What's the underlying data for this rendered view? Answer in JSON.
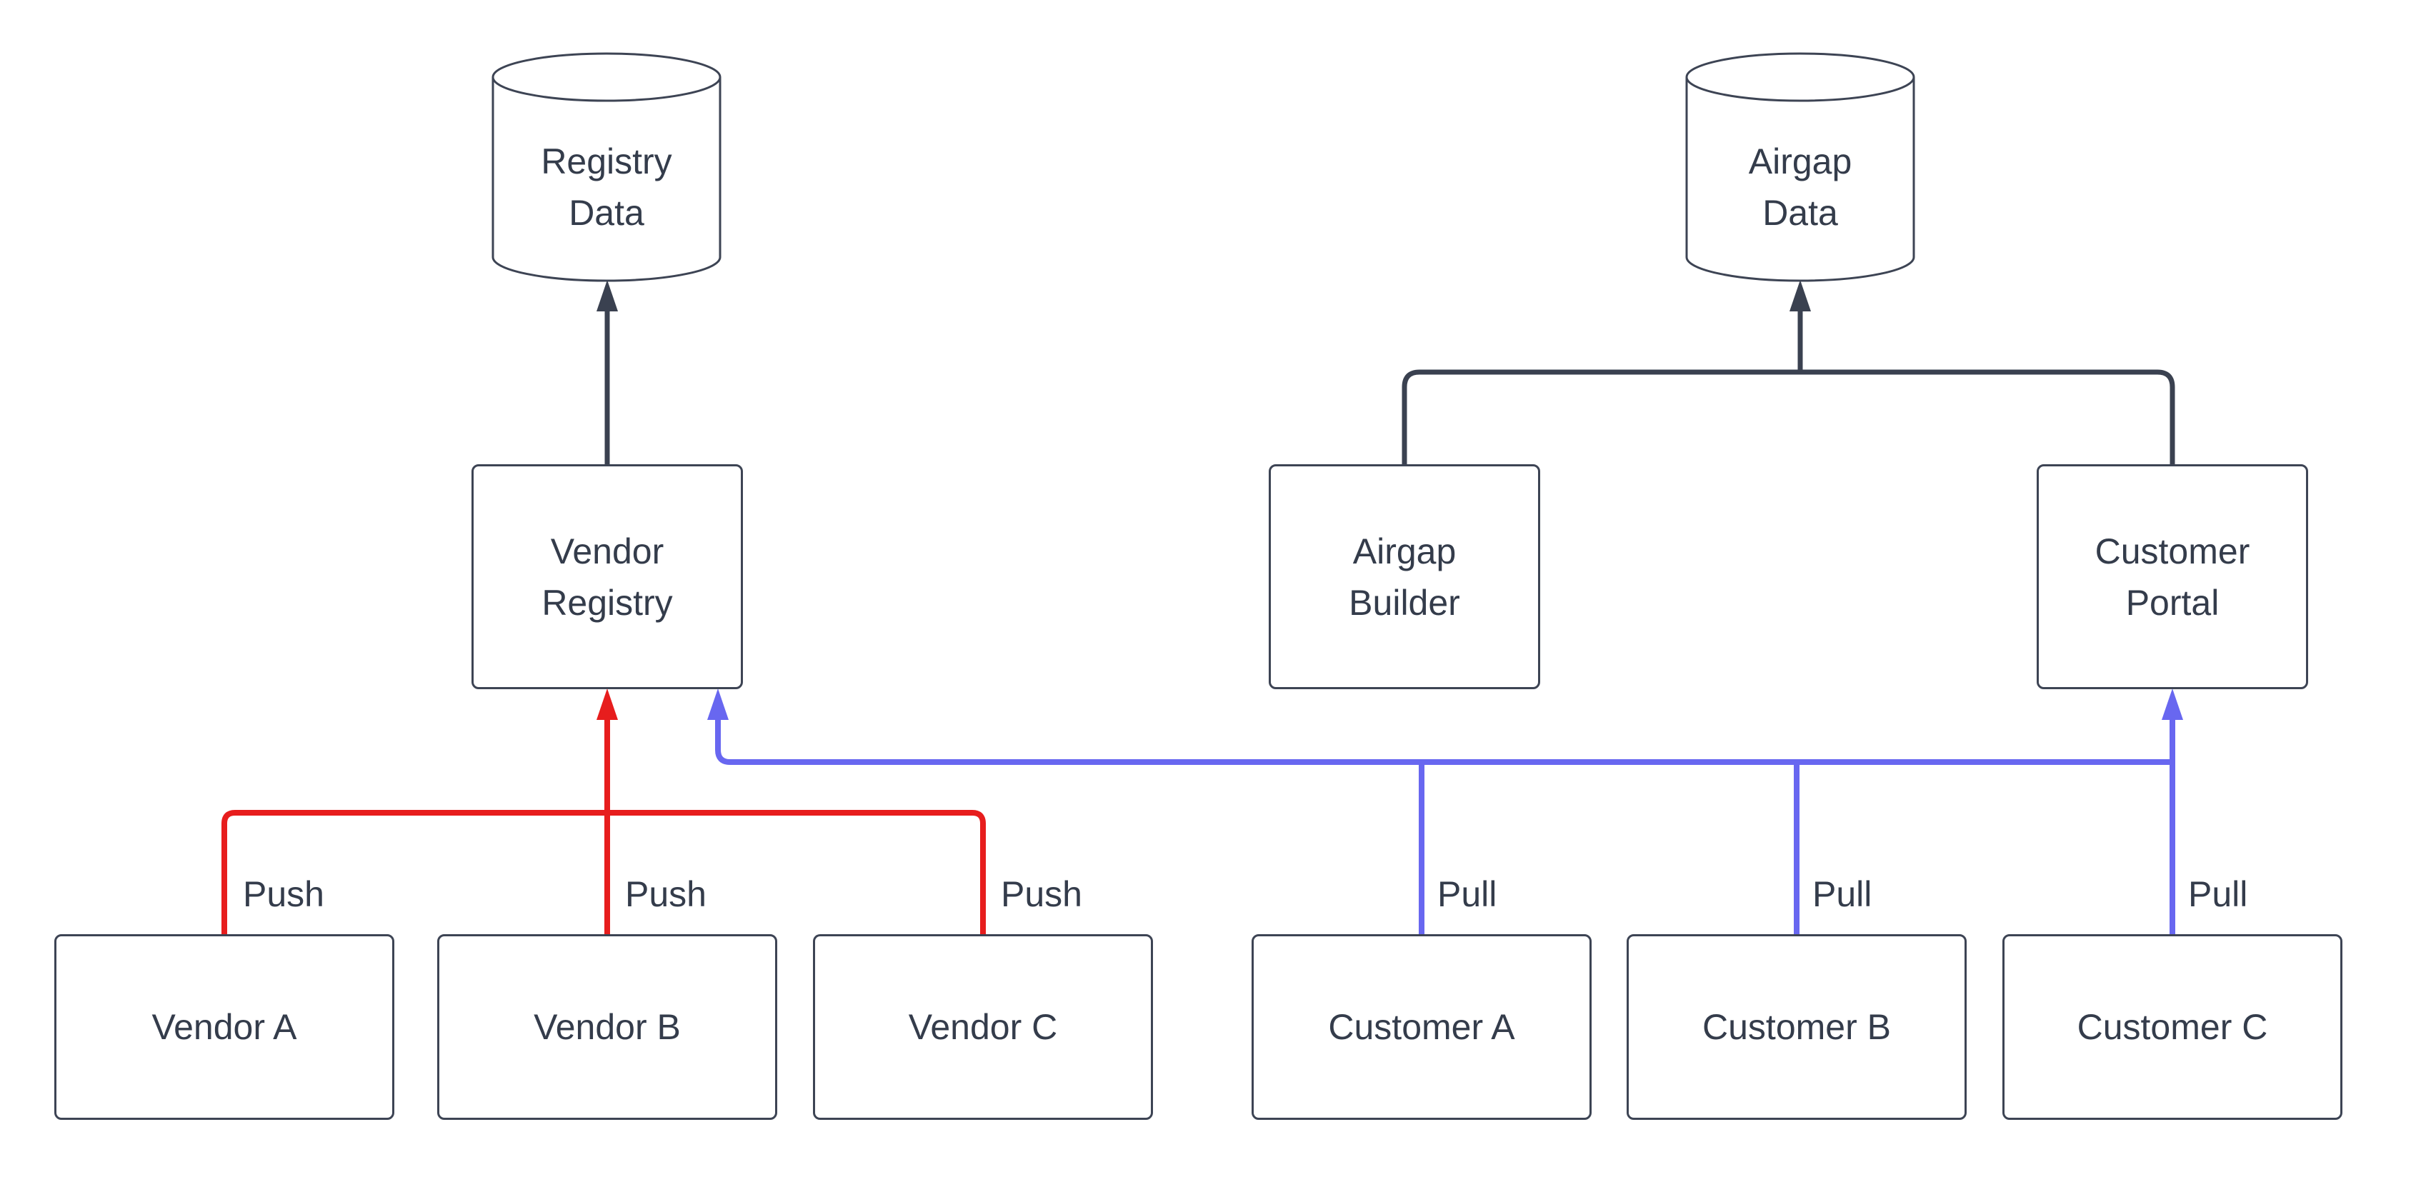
{
  "colors": {
    "line_dark": "#3a4150",
    "line_red": "#e71d1d",
    "line_blue": "#6867f0",
    "node_border": "#3d4454",
    "text": "#343c4b",
    "background": "#ffffff"
  },
  "nodes": {
    "registry_data": {
      "type": "cylinder",
      "lines": [
        "Registry",
        "Data"
      ]
    },
    "airgap_data": {
      "type": "cylinder",
      "lines": [
        "Airgap",
        "Data"
      ]
    },
    "vendor_registry": {
      "type": "box",
      "lines": [
        "Vendor",
        "Registry"
      ]
    },
    "airgap_builder": {
      "type": "box",
      "lines": [
        "Airgap",
        "Builder"
      ]
    },
    "customer_portal": {
      "type": "box",
      "lines": [
        "Customer",
        "Portal"
      ]
    },
    "vendor_a": {
      "type": "box",
      "lines": [
        "Vendor A"
      ]
    },
    "vendor_b": {
      "type": "box",
      "lines": [
        "Vendor B"
      ]
    },
    "vendor_c": {
      "type": "box",
      "lines": [
        "Vendor C"
      ]
    },
    "customer_a": {
      "type": "box",
      "lines": [
        "Customer A"
      ]
    },
    "customer_b": {
      "type": "box",
      "lines": [
        "Customer B"
      ]
    },
    "customer_c": {
      "type": "box",
      "lines": [
        "Customer C"
      ]
    }
  },
  "edge_labels": {
    "vendor_a_push": "Push",
    "vendor_b_push": "Push",
    "vendor_c_push": "Push",
    "customer_a_pull": "Pull",
    "customer_b_pull": "Pull",
    "customer_c_pull": "Pull"
  }
}
